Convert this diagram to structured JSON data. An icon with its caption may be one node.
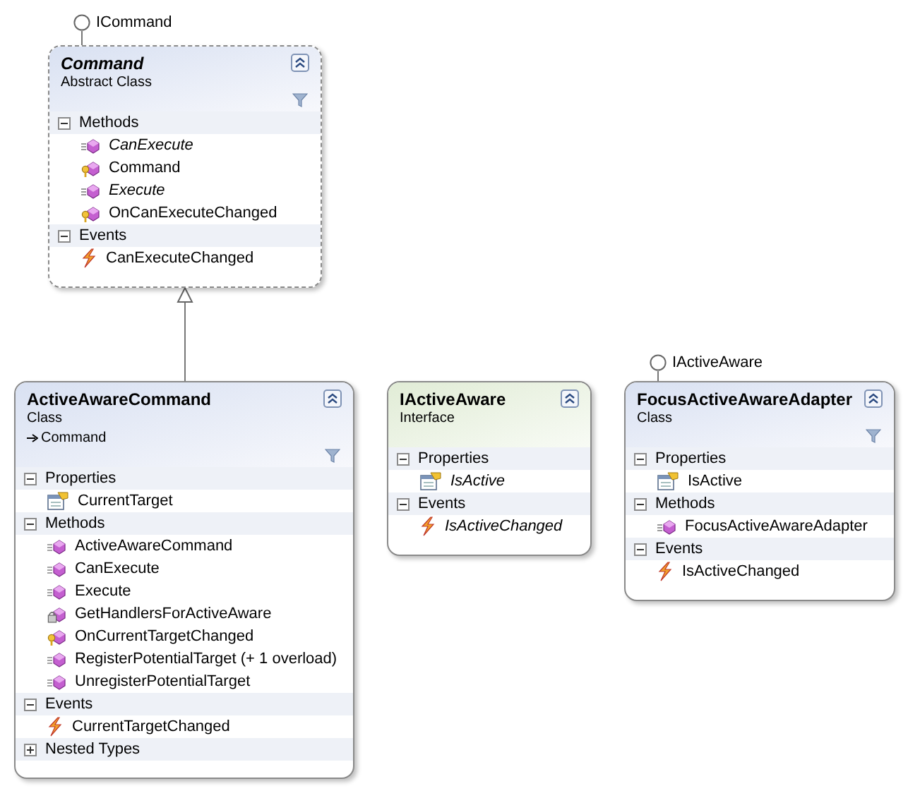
{
  "diagram": {
    "nodes": [
      {
        "text": [
          "ICommand"
        ]
      },
      {
        "text": [
          "Command",
          "Abstract Class"
        ]
      },
      {
        "text": [
          "Methods"
        ],
        "in": 1
      },
      {
        "text": [
          "CanExecute"
        ],
        "in": 1
      },
      {
        "text": [
          "Command"
        ],
        "in": 1
      },
      {
        "text": [
          "Execute"
        ],
        "in": 1
      },
      {
        "text": [
          "OnCanExecuteChanged"
        ],
        "in": 1
      },
      {
        "text": [
          "Events"
        ],
        "in": 1
      },
      {
        "text": [
          "CanExecuteChanged"
        ],
        "in": 1
      },
      {
        "text": [
          "ActiveAwareCommand",
          "Class",
          "Command"
        ]
      },
      {
        "text": [
          "Properties"
        ],
        "in": 9
      },
      {
        "text": [
          "CurrentTarget"
        ],
        "in": 9
      },
      {
        "text": [
          "Methods"
        ],
        "in": 9
      },
      {
        "text": [
          "ActiveAwareCommand"
        ],
        "in": 9
      },
      {
        "text": [
          "CanExecute"
        ],
        "in": 9
      },
      {
        "text": [
          "Execute"
        ],
        "in": 9
      },
      {
        "text": [
          "GetHandlersForActiveAware"
        ],
        "in": 9
      },
      {
        "text": [
          "OnCurrentTargetChanged"
        ],
        "in": 9
      },
      {
        "text": [
          "RegisterPotentialTarget (+ 1 overload)"
        ],
        "in": 9
      },
      {
        "text": [
          "UnregisterPotentialTarget"
        ],
        "in": 9
      },
      {
        "text": [
          "Events"
        ],
        "in": 9
      },
      {
        "text": [
          "CurrentTargetChanged"
        ],
        "in": 9
      },
      {
        "text": [
          "Nested Types"
        ],
        "in": 9
      },
      {
        "text": [
          "IActiveAware",
          "Interface"
        ]
      },
      {
        "text": [
          "Properties"
        ],
        "in": 23
      },
      {
        "text": [
          "IsActive"
        ],
        "in": 23
      },
      {
        "text": [
          "Events"
        ],
        "in": 23
      },
      {
        "text": [
          "IsActiveChanged"
        ],
        "in": 23
      },
      {
        "text": [
          "IActiveAware"
        ]
      },
      {
        "text": [
          "FocusActiveAwareAdapter",
          "Class"
        ]
      },
      {
        "text": [
          "Properties"
        ],
        "in": 29
      },
      {
        "text": [
          "IsActive"
        ],
        "in": 29
      },
      {
        "text": [
          "Methods"
        ],
        "in": 29
      },
      {
        "text": [
          "FocusActiveAwareAdapter"
        ],
        "in": 29
      },
      {
        "text": [
          "Events"
        ],
        "in": 29
      },
      {
        "text": [
          "IsActiveChanged"
        ],
        "in": 29
      }
    ],
    "edges": [
      {
        "from": 0,
        "to": 1,
        "arrow": "none"
      },
      {
        "from": 9,
        "to": 1,
        "arrow": "to"
      },
      {
        "from": 28,
        "to": 29,
        "arrow": "none"
      }
    ]
  }
}
